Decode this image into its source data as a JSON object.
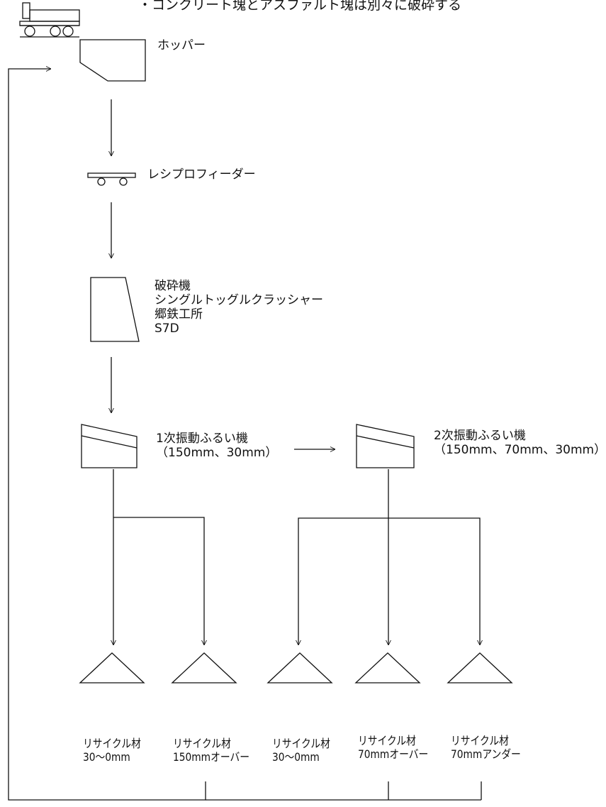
{
  "header_note": "・コンクリート塊とアスファルト塊は別々に破砕する",
  "hopper": {
    "label": "ホッパー"
  },
  "feeder": {
    "label": "レシプロフィーダー"
  },
  "crusher": {
    "lines": [
      "破砕機",
      "シングルトッグルクラッシャー",
      "郷鉄工所",
      "S7D"
    ]
  },
  "screen1": {
    "name": "1次振動ふるい機",
    "spec": "（150mm、30mm）"
  },
  "screen2": {
    "name": "2次振動ふるい機",
    "spec": "（150mm、70mm、30mm）"
  },
  "products": [
    {
      "line1": "リサイクル材",
      "line2": "30〜0mm"
    },
    {
      "line1": "リサイクル材",
      "line2": "150mmオーバー"
    },
    {
      "line1": "リサイクル材",
      "line2": "30〜0mm"
    },
    {
      "line1": "リサイクル材",
      "line2": "70mmオーバー"
    },
    {
      "line1": "リサイクル材",
      "line2": "70mmアンダー"
    }
  ]
}
